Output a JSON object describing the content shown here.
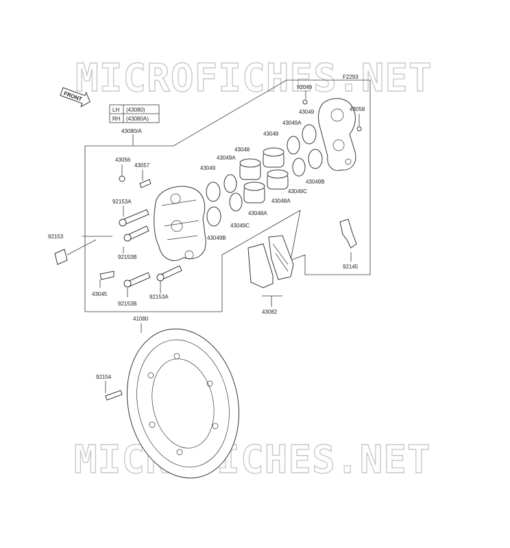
{
  "watermark": "MICROFICHES.NET",
  "figure_code": "F2293",
  "front_label": "FRONT",
  "table": {
    "rows": [
      {
        "side": "LH",
        "code": "(43080)"
      },
      {
        "side": "RH",
        "code": "(43080A)"
      }
    ]
  },
  "labels": {
    "caliper_assy": "43080/A",
    "p92049": "92049",
    "p43049_top": "43049",
    "p43058": "43058",
    "p43049A_a": "43049A",
    "p43048_a": "43048",
    "p43048_b": "43048",
    "p43049A_b": "43049A",
    "p43049_mid": "43049",
    "p43049B_a": "43049B",
    "p43049C_a": "43049C",
    "p43048A_a": "43048A",
    "p43048A_b": "43048A",
    "p43049C_b": "43049C",
    "p43049B_b": "43049B",
    "p43056": "43056",
    "p43057": "43057",
    "p92153A_a": "92153A",
    "p92153": "92153",
    "p92153B_a": "92153B",
    "p43045": "43045",
    "p92153B_b": "92153B",
    "p92153A_b": "92153A",
    "p43082": "43082",
    "p92145": "92145",
    "p41080": "41080",
    "p92154": "92154"
  }
}
